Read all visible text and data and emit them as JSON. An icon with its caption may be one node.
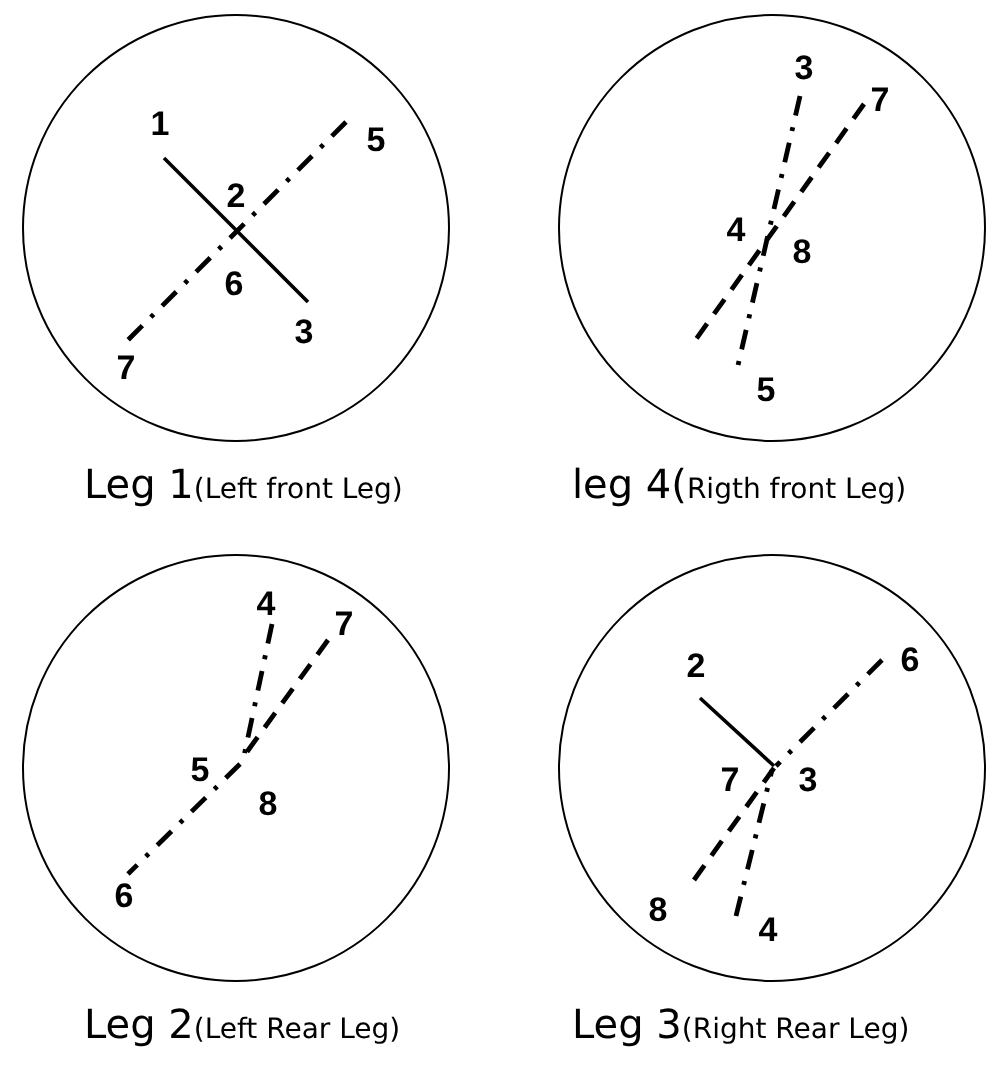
{
  "diagram": {
    "nodes": [
      {
        "text": [],
        "shape": "circle",
        "beside": [
          "Leg 1",
          "(Left front Leg)"
        ]
      },
      {
        "text": [],
        "shape": "circle",
        "beside": [
          "leg 4(",
          "Rigth front Leg)"
        ]
      },
      {
        "text": [],
        "shape": "circle",
        "beside": [
          "Leg 2",
          "(Left Rear Leg)"
        ]
      },
      {
        "text": [],
        "shape": "circle",
        "beside": [
          "Leg 3",
          "(Right Rear Leg)"
        ]
      }
    ],
    "labels": [
      "1",
      "5",
      "2",
      "6",
      "3",
      "7",
      "3",
      "7",
      "4",
      "8",
      "5",
      "4",
      "7",
      "5",
      "8",
      "6",
      "2",
      "6",
      "7",
      "3",
      "8",
      "4"
    ]
  }
}
